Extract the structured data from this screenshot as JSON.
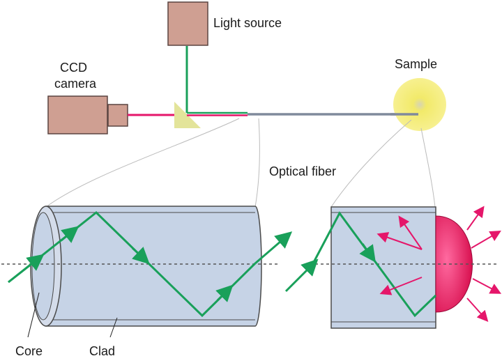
{
  "labels": {
    "light_source": "Light source",
    "ccd_line1": "CCD",
    "ccd_line2": "camera",
    "sample": "Sample",
    "optical_fiber": "Optical fiber",
    "core": "Core",
    "clad": "Clad"
  },
  "colors": {
    "box_fill": "#cf9f92",
    "box_stroke": "#5a4440",
    "beam_green": "#19a05a",
    "beam_red": "#e5166a",
    "prism": "#e3e49a",
    "fiber_line": "#808a9c",
    "sample_glow": "#f5ef7a",
    "fiber_fill": "#c6d3e6",
    "fiber_stroke": "#4a4a4a",
    "emission": "#e8155f"
  }
}
